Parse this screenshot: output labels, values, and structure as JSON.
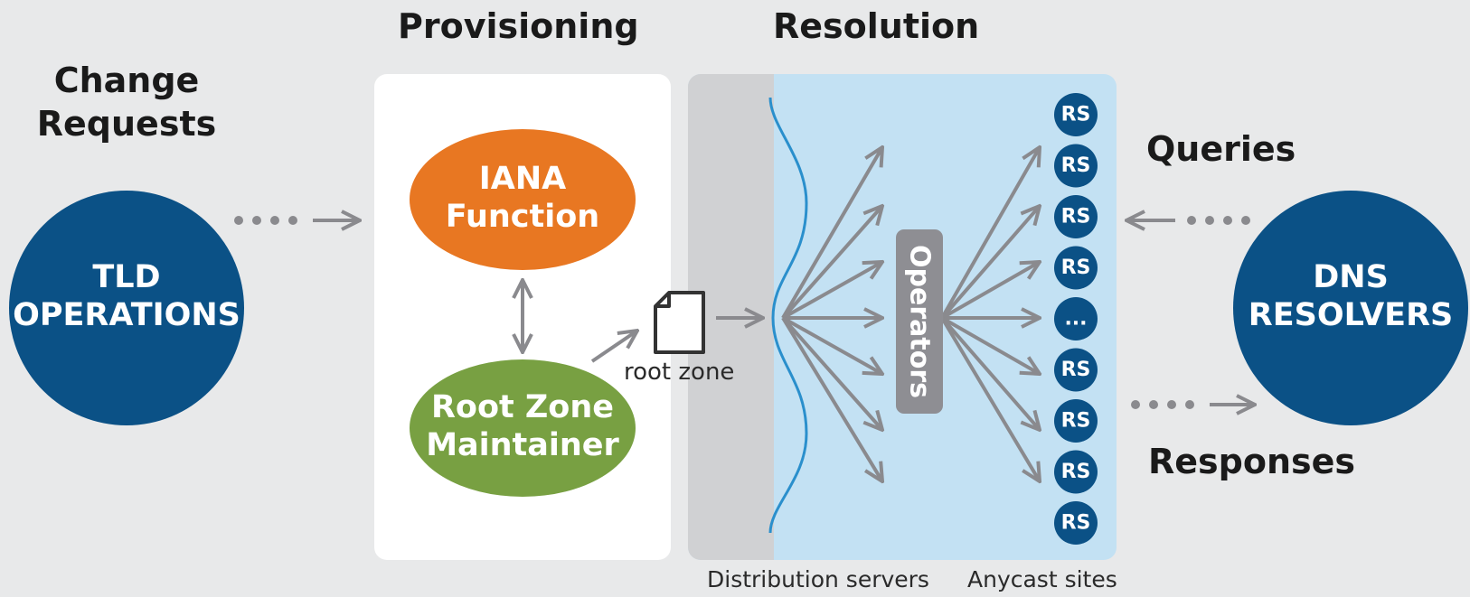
{
  "headings": {
    "provisioning": "Provisioning",
    "resolution": "Resolution",
    "change_requests_line1": "Change",
    "change_requests_line2": "Requests",
    "queries": "Queries",
    "responses": "Responses"
  },
  "nodes": {
    "tld_line1": "TLD",
    "tld_line2": "OPERATIONS",
    "dns_line1": "DNS",
    "dns_line2": "RESOLVERS",
    "iana_line1": "IANA",
    "iana_line2": "Function",
    "rzm_line1": "Root Zone",
    "rzm_line2": "Maintainer",
    "operators": "Operators",
    "root_zone": "root zone"
  },
  "rs_labels": [
    "RS",
    "RS",
    "RS",
    "RS",
    "...",
    "RS",
    "RS",
    "RS",
    "RS"
  ],
  "captions": {
    "distribution": "Distribution servers",
    "anycast": "Anycast sites"
  },
  "colors": {
    "background": "#e8e9ea",
    "navy": "#0b5186",
    "orange": "#e87722",
    "green": "#78a042",
    "light_blue": "#c3e1f3",
    "gray_strip": "#d0d1d3",
    "arrow_gray": "#8a8a8e",
    "wave_blue": "#2a8fcc",
    "operators_box": "#8e8e93"
  }
}
